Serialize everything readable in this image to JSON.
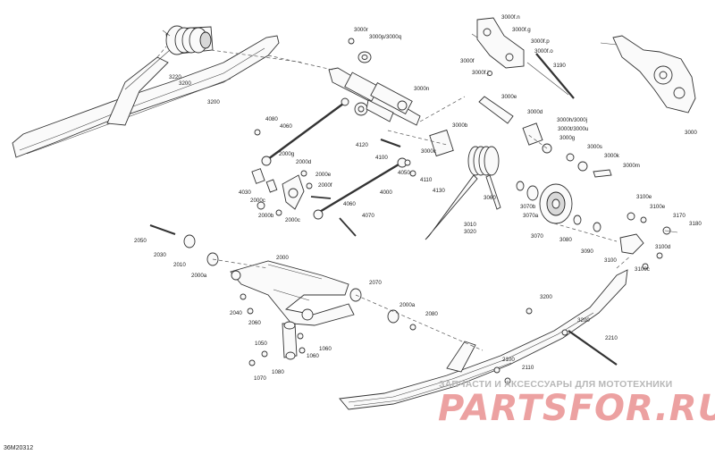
{
  "diagram": {
    "doc_id": "36M20312",
    "watermark": {
      "tagline": "ЗАПЧАСТИ И АКСЕССУАРЫ ДЛЯ МОТОТЕХНИКИ",
      "logo_text": "PARTSFOR.RU",
      "color": "#e57e7e"
    },
    "line_color": "#333333",
    "labels": [
      "3000r",
      "3000p/3000q",
      "3000f.n",
      "3000f.g",
      "3000f.p",
      "3000f",
      "3000f.o",
      "3000f.j",
      "3190",
      "3220",
      "3200",
      "3200",
      "3000n",
      "3000e",
      "3000d",
      "3000h/3000j",
      "3000t/3000u",
      "3000g",
      "3000b",
      "3000s",
      "3000k",
      "3000m",
      "3000",
      "4080",
      "4060",
      "2000g",
      "2000d",
      "2000e",
      "4120",
      "4100",
      "4050",
      "4110",
      "4130",
      "3000c",
      "3060",
      "2000f",
      "4000",
      "4030",
      "2000c",
      "2000b",
      "2000c",
      "4060",
      "4070",
      "3070b",
      "3070a",
      "3070",
      "3080",
      "3090",
      "3100e",
      "3100e",
      "3170",
      "3180",
      "3100d",
      "3100",
      "3100c",
      "3010",
      "3020",
      "2050",
      "2030",
      "2010",
      "2000a",
      "2000",
      "2070",
      "2040",
      "2060",
      "2000a",
      "2080",
      "1050",
      "1060",
      "1080",
      "1060",
      "1070",
      "3200",
      "3200",
      "2210",
      "2100",
      "2110"
    ]
  }
}
